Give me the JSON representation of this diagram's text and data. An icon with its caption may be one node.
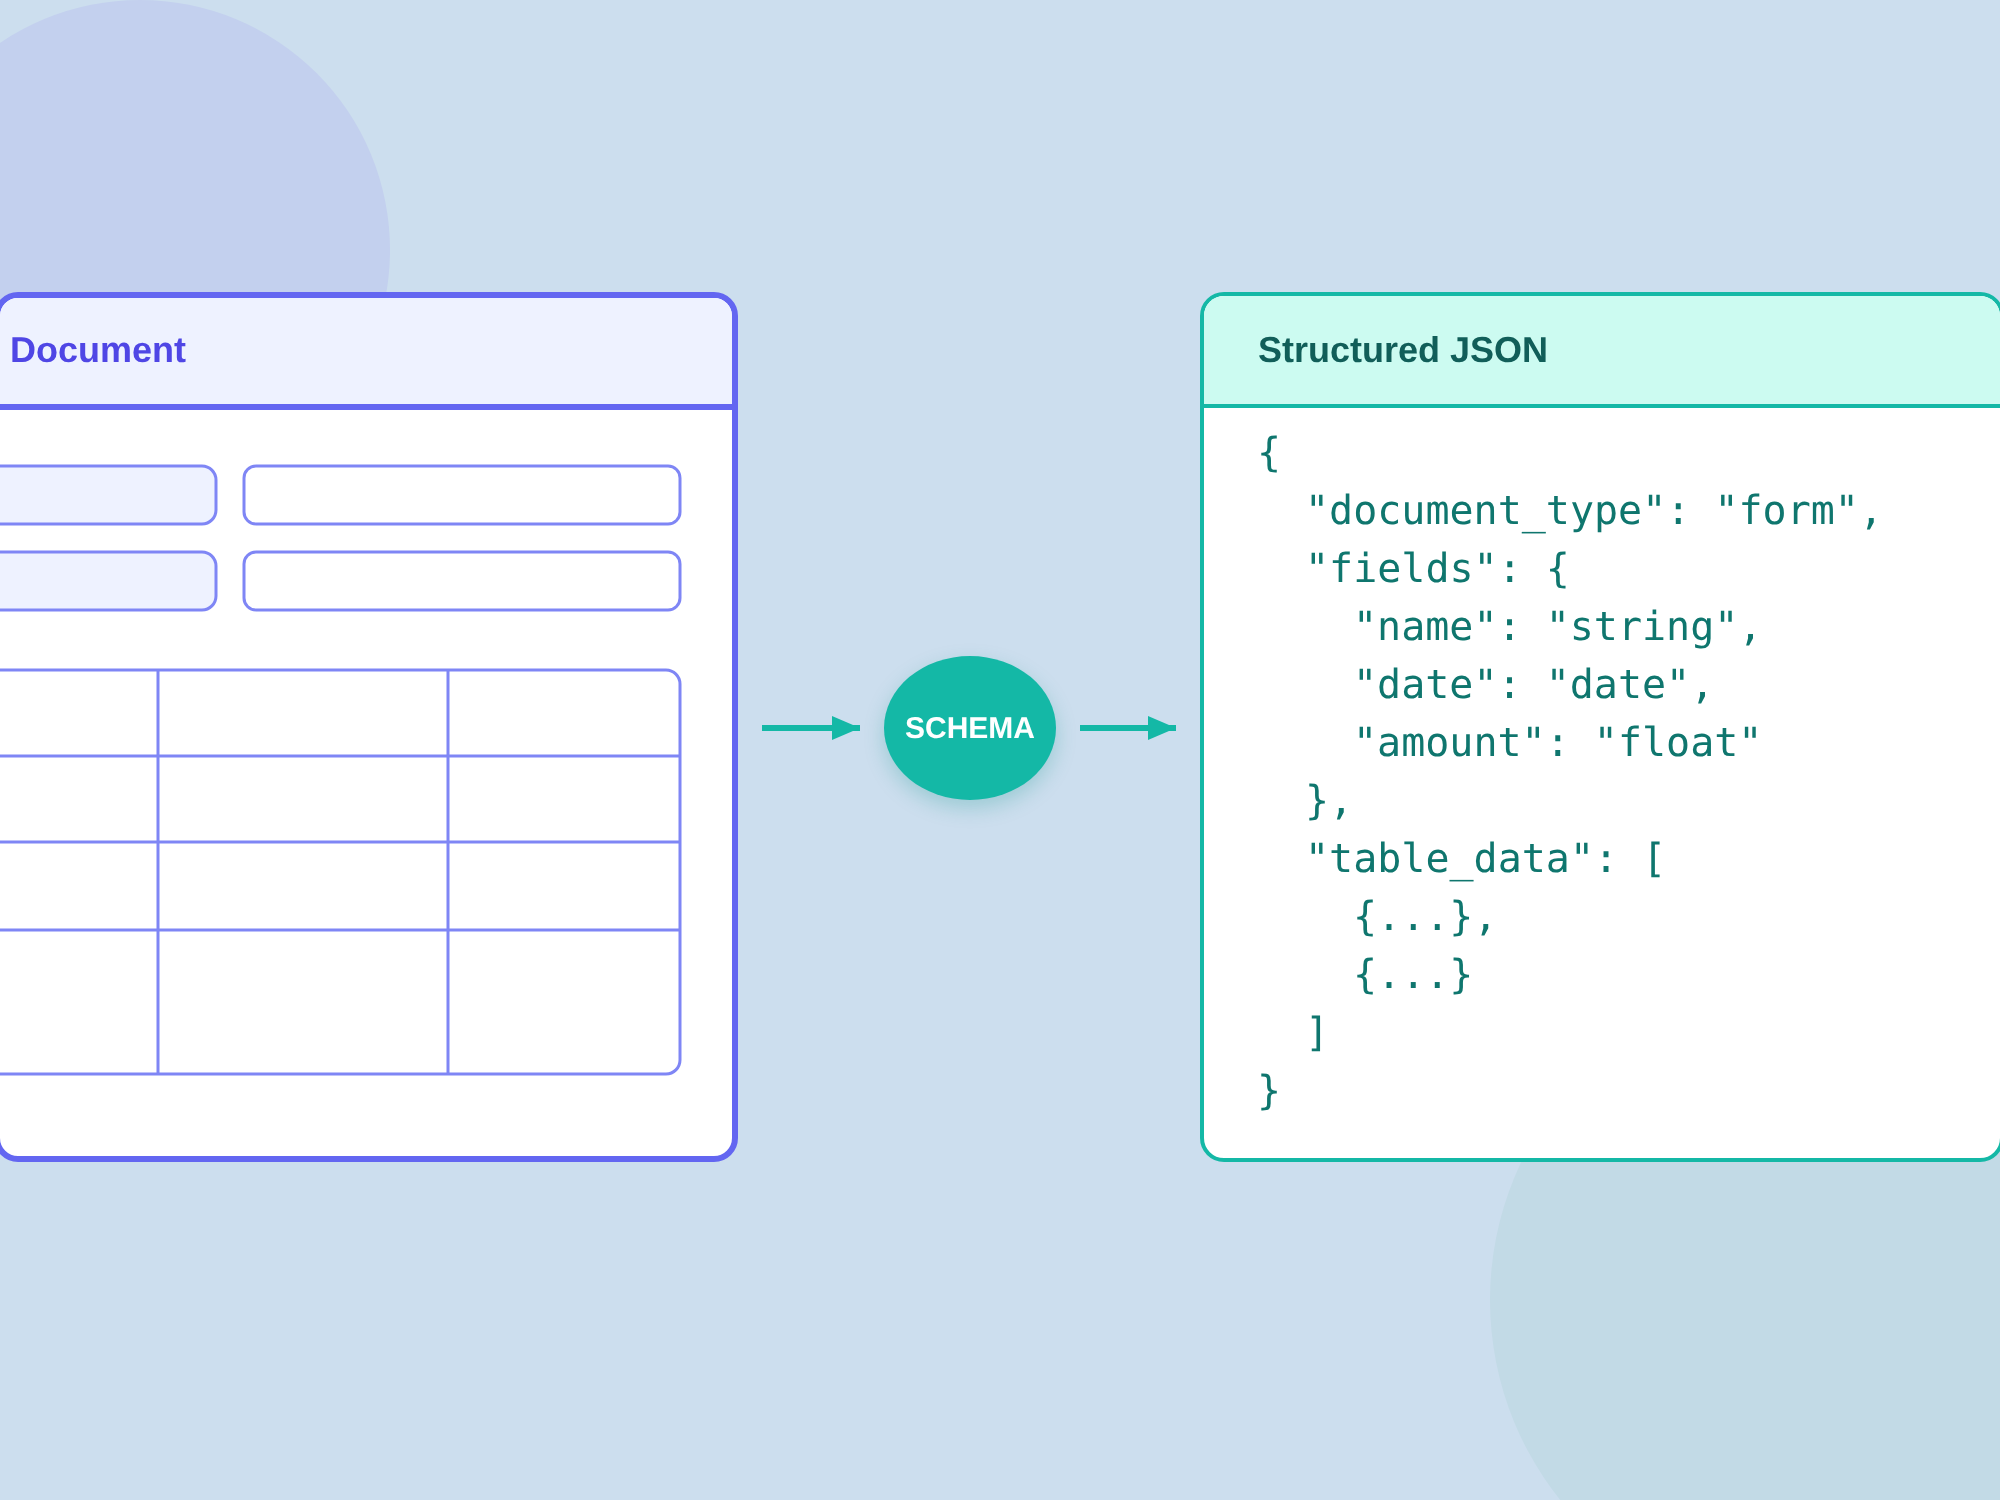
{
  "diagram": {
    "nodes": [
      {
        "text": [
          "Document"
        ]
      },
      {
        "text": [
          "SCHEMA"
        ]
      },
      {
        "text": [
          "Structured JSON",
          "{",
          "\"document_type\": \"form\",",
          "\"fields\": {",
          "\"name\": \"string\",",
          "\"date\": \"date\",",
          "\"amount\": \"float\"",
          "},",
          "\"table_data\": [",
          "{...},",
          "{...}",
          "]",
          "}"
        ]
      }
    ],
    "edges": [
      {
        "from": 0,
        "to": 1,
        "arrow": "to"
      },
      {
        "from": 1,
        "to": 2,
        "arrow": "to"
      }
    ]
  }
}
